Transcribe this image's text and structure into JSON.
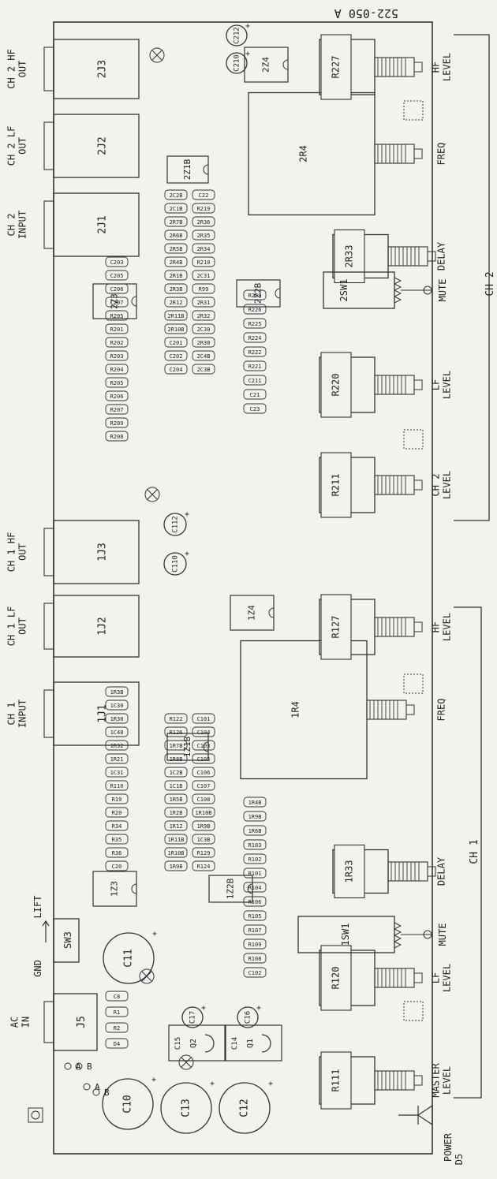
{
  "doc": {
    "part_number": "522-050 A"
  },
  "groups": {
    "ch1": "CH 1",
    "ch2": "CH 2"
  },
  "jacks": [
    {
      "ref": "J5",
      "label": "AC IN"
    },
    {
      "ref": "1J1",
      "label": "CH 1 INPUT"
    },
    {
      "ref": "1J2",
      "label": "CH 1 LF OUT"
    },
    {
      "ref": "1J3",
      "label": "CH 1 HF OUT"
    },
    {
      "ref": "2J1",
      "label": "CH 2 INPUT"
    },
    {
      "ref": "2J2",
      "label": "CH 2 LF OUT"
    },
    {
      "ref": "2J3",
      "label": "CH 2 HF OUT"
    }
  ],
  "switches": {
    "sw3": {
      "ref": "SW3",
      "label_gnd": "GND",
      "label_lift": "LIFT"
    },
    "sw1_ch1": {
      "ref": "1SW1",
      "label": "MUTE"
    },
    "sw1_ch2": {
      "ref": "2SW1",
      "label": "MUTE"
    }
  },
  "pots": [
    {
      "ref": "R111",
      "label": "MASTER LEVEL"
    },
    {
      "ref": "R120",
      "label": "LF LEVEL"
    },
    {
      "ref": "1R33",
      "label": "DELAY"
    },
    {
      "ref": "1R4",
      "label": "FREQ"
    },
    {
      "ref": "R127",
      "label": "HF LEVEL"
    },
    {
      "ref": "R211",
      "label": "CH 2 LEVEL"
    },
    {
      "ref": "R220",
      "label": "LF LEVEL"
    },
    {
      "ref": "2R33",
      "label": "DELAY"
    },
    {
      "ref": "2R4",
      "label": "FREQ"
    },
    {
      "ref": "R227",
      "label": "HF LEVEL"
    }
  ],
  "big_caps": [
    "C10",
    "C13",
    "C12",
    "C11",
    "C17",
    "C16",
    "C110",
    "C112",
    "C210",
    "C212"
  ],
  "ics": [
    "1Z1B",
    "1Z2B",
    "1Z3",
    "1Z4",
    "2Z1B",
    "2Z2B",
    "2Z3",
    "2Z4"
  ],
  "regulators": {
    "q1": "Q1",
    "q2": "Q2",
    "c14": "C14",
    "c15": "C15"
  },
  "power": {
    "label": "POWER",
    "led": "D5"
  },
  "test_points": [
    "A",
    "B",
    "A",
    "B"
  ],
  "small_parts": [
    "D4",
    "R2",
    "R1",
    "C8",
    "C20",
    "R36",
    "R35",
    "R34",
    "R20",
    "R19",
    "R110",
    "1C31",
    "1R21",
    "1R32",
    "1C48",
    "1R30",
    "1C30",
    "1R3B",
    "1R9B",
    "1R10B",
    "1R11B",
    "1R12",
    "1R2B",
    "1R5B",
    "1C1B",
    "1C2B",
    "1R8B",
    "1R7B",
    "R126",
    "R122",
    "R124",
    "R129",
    "1C3B",
    "1R9B",
    "1R10B",
    "C108",
    "C107",
    "C106",
    "C105",
    "C103",
    "C104",
    "C101",
    "C102",
    "R108",
    "R109",
    "R107",
    "R105",
    "R106",
    "R104",
    "R101",
    "R102",
    "R103",
    "1R6B",
    "1R9B",
    "1R4B",
    "R208",
    "R209",
    "R207",
    "R206",
    "R205",
    "R204",
    "R203",
    "R202",
    "R201",
    "R205",
    "C207",
    "C206",
    "C205",
    "C203",
    "C204",
    "C202",
    "C201",
    "2R10B",
    "2R11B",
    "2R12",
    "2R3B",
    "2R1B",
    "2R4B",
    "2R5B",
    "2R6B",
    "2R7B",
    "2C1B",
    "2C2B",
    "2C3B",
    "2C4B",
    "2R30",
    "2C30",
    "2R32",
    "2R31",
    "R99",
    "2C31",
    "R210",
    "2R34",
    "2R35",
    "2R36",
    "R219",
    "C22",
    "C23",
    "C21",
    "C211",
    "R221",
    "R222",
    "R224",
    "R225",
    "R226",
    "R229"
  ]
}
